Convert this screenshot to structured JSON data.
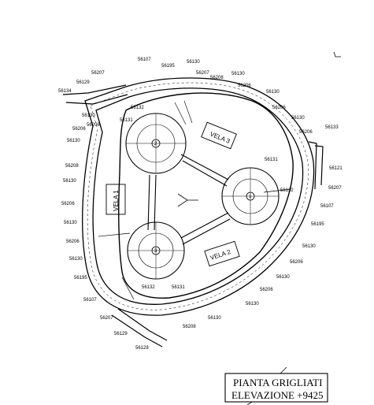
{
  "title_block": {
    "line1": "PIANTA GRIGLIATI",
    "line2": "ELEVAZIONE +9425"
  },
  "sails": {
    "vela1": "VELA 1",
    "vela2": "VELA 2",
    "vela3": "VELA 3"
  },
  "tanks": {
    "t1": "1",
    "t2": "2",
    "t3": "3"
  },
  "part_labels": [
    "56107",
    "56195",
    "56130",
    "56207",
    "56208",
    "56130",
    "56206",
    "56130",
    "56206",
    "56130",
    "56206",
    "56133",
    "56121",
    "56207",
    "56107",
    "56195",
    "56130",
    "56206",
    "56130",
    "56206",
    "56130",
    "56208",
    "56130",
    "56207",
    "56129",
    "56128",
    "56107",
    "56195",
    "56130",
    "56206",
    "56130",
    "56206",
    "56130",
    "56208",
    "56130",
    "56206",
    "56130",
    "56206",
    "56134",
    "56129",
    "56207",
    "56132",
    "56131",
    "56131",
    "56132",
    "56132",
    "56131"
  ]
}
